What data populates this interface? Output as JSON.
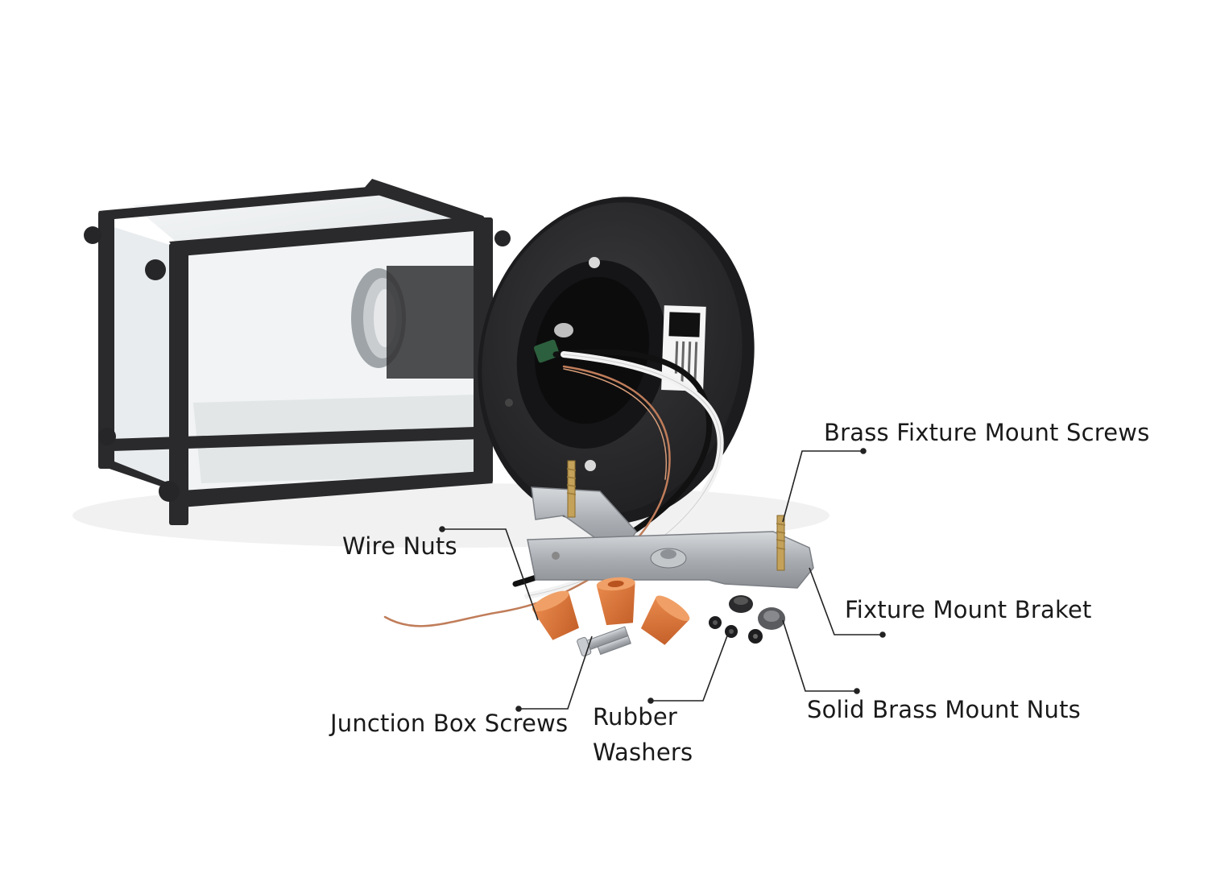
{
  "labels": {
    "brass_fixture_mount_screws": "Brass Fixture Mount Screws",
    "wire_nuts": "Wire Nuts",
    "fixture_mount_braket": "Fixture Mount Braket",
    "junction_box_screws": "Junction Box Screws",
    "rubber_line1": "Rubber",
    "rubber_line2": "Washers",
    "solid_brass_mount_nuts": "Solid Brass Mount Nuts"
  },
  "colors": {
    "background": "#ffffff",
    "fixture_black": "#2b2b2d",
    "wire_nut_orange": "#d9733a",
    "metal_silver": "#b9bcc0",
    "brass": "#b8964f",
    "leader_line": "#222222"
  }
}
